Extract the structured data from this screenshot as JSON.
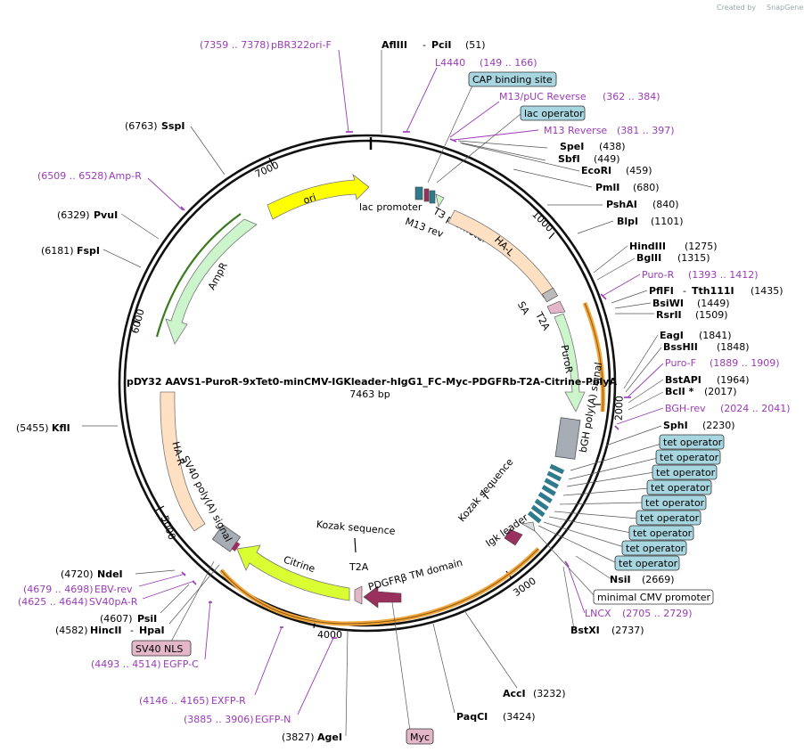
{
  "credit": {
    "prefix": "Created by",
    "brand": "SnapGene"
  },
  "plasmid": {
    "name": "pDY32 AAVS1-PuroR-9xTet0-minCMV-IGKleader-hIgG1_FC-Myc-PDGFRb-T2A-Citrine-PolyA",
    "length_label": "7463 bp"
  },
  "ticks": [
    "1000",
    "2000",
    "3000",
    "4000",
    "5000",
    "6000",
    "7000"
  ],
  "features": {
    "ori": "ori",
    "ampr": "AmpR",
    "lac_promoter": "lac promoter",
    "m13_rev": "M13 rev",
    "t3_promoter": "T3 promoter",
    "ha_l": "HA-L",
    "sa": "SA",
    "t2a_top": "T2A",
    "puror": "PuroR",
    "bgh": "bGH poly(A) signal",
    "kozak_right": "Kozak sequence",
    "igk": "Igk leader",
    "pdgfrb": "PDGFRβ TM domain",
    "t2a_bottom": "T2A",
    "kozak_bottom": "Kozak sequence",
    "citrine": "Citrine",
    "sv40": "SV40 poly(A) signal",
    "ha_r": "HA-R"
  },
  "labels": {
    "afliii": "AflIII",
    "pcii": "PciI",
    "afliii_pos": "(51)",
    "l4440": "L4440",
    "l4440_pos": "(149 .. 166)",
    "cap": "CAP binding site",
    "m13puc": "M13/pUC Reverse",
    "m13puc_pos": "(362 .. 384)",
    "lacop": "lac operator",
    "m13rev": "M13 Reverse",
    "m13rev_pos": "(381 .. 397)",
    "spei": "SpeI",
    "spei_pos": "(438)",
    "sbfi": "SbfI",
    "sbfi_pos": "(449)",
    "ecori": "EcoRI",
    "ecori_pos": "(459)",
    "pmli": "PmlI",
    "pmli_pos": "(680)",
    "pshai": "PshAI",
    "pshai_pos": "(840)",
    "blpi": "BlpI",
    "blpi_pos": "(1101)",
    "hindiii": "HindIII",
    "hindiii_pos": "(1275)",
    "bglii": "BglII",
    "bglii_pos": "(1315)",
    "puror_p": "Puro-R",
    "puror_p_pos": "(1393 .. 1412)",
    "pflfi": "PflFI",
    "tth": "Tth111I",
    "pflfi_pos": "(1435)",
    "bsiwi": "BsiWI",
    "bsiwi_pos": "(1449)",
    "rsrii": "RsrII",
    "rsrii_pos": "(1509)",
    "eagi": "EagI",
    "eagi_pos": "(1841)",
    "bsshii": "BssHII",
    "bsshii_pos": "(1848)",
    "purof": "Puro-F",
    "purof_pos": "(1889 .. 1909)",
    "bstapi": "BstAPI",
    "bstapi_pos": "(1964)",
    "bcli": "BclI *",
    "bcli_pos": "(2017)",
    "bghrev": "BGH-rev",
    "bghrev_pos": "(2024 .. 2041)",
    "sphi": "SphI",
    "sphi_pos": "(2230)",
    "tetop": "tet operator",
    "nsii": "NsiI",
    "nsii_pos": "(2669)",
    "mincmv": "minimal CMV promoter",
    "lncx": "LNCX",
    "lncx_pos": "(2705 .. 2729)",
    "bstxi": "BstXI",
    "bstxi_pos": "(2737)",
    "acci": "AccI",
    "acci_pos": "(3232)",
    "paqci": "PaqCI",
    "paqci_pos": "(3424)",
    "myc": "Myc",
    "agei": "AgeI",
    "agei_pos": "(3827)",
    "egfpn": "EGFP-N",
    "egfpn_pos": "(3885 .. 3906)",
    "exfpr": "EXFP-R",
    "exfpr_pos": "(4146 .. 4165)",
    "egfpc": "EGFP-C",
    "egfpc_pos": "(4493 .. 4514)",
    "sv40nls": "SV40 NLS",
    "hincii": "HincII",
    "hpai": "HpaI",
    "hincii_pos": "(4582)",
    "psii": "PsiI",
    "psii_pos": "(4607)",
    "sv40par": "SV40pA-R",
    "sv40par_pos": "(4625 .. 4644)",
    "ebvrev": "EBV-rev",
    "ebvrev_pos": "(4679 .. 4698)",
    "ndei": "NdeI",
    "ndei_pos": "(4720)",
    "kfli": "KflI",
    "kfli_pos": "(5455)",
    "fspi": "FspI",
    "fspi_pos": "(6181)",
    "pvui": "PvuI",
    "pvui_pos": "(6329)",
    "ampr_p": "Amp-R",
    "ampr_p_pos": "(6509 .. 6528)",
    "sspi": "SspI",
    "sspi_pos": "(6763)",
    "pbr": "pBR322ori-F",
    "pbr_pos": "(7359 .. 7378)"
  },
  "colors": {
    "ori": "#ffff00",
    "ampr": "#ccf5cc",
    "homology": "#ffe0c2",
    "puror": "#ccf5cc",
    "polya": "#a6adb4",
    "citrine": "#d9ff33",
    "tet_operator": "#2f7a8c",
    "cap_box": "#a8d6e0",
    "nls_box": "#e3b7c8",
    "signal": "#99305e",
    "orange_arc": "#f2a53a",
    "green_arc": "#3a7a1e",
    "primer": "#9b3bb7"
  }
}
